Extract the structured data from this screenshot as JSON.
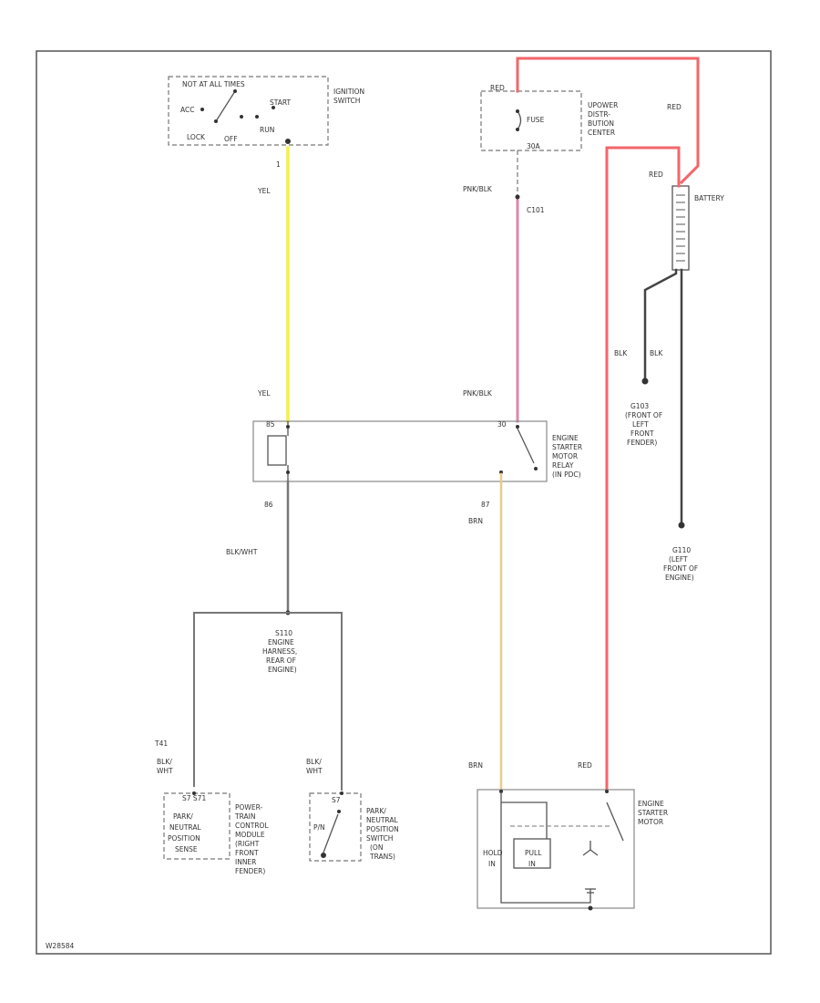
{
  "colors": {
    "ylw": "#f4f04a",
    "red": "#f2666a",
    "pnk_blk": "#d98aa8",
    "brn": "#e8cc8a",
    "gray": "#777777",
    "dark": "#444444"
  },
  "ignition": {
    "title": "NOT AT ALL TIMES",
    "acc": "ACC",
    "start": "START",
    "lock": "LOCK",
    "off": "OFF",
    "run": "RUN",
    "name_1": "IGNITION",
    "name_2": "SWITCH",
    "pin": "1"
  },
  "fuse": {
    "red": "RED",
    "fuse_label": "FUSE",
    "amp": "30A",
    "name_1": "UPOWER",
    "name_2": "DISTR-",
    "name_3": "BUTION",
    "name_4": "CENTER"
  },
  "battery": {
    "red_top": "RED",
    "red": "RED",
    "name": "BATTERY",
    "blk_1": "BLK",
    "blk_2": "BLK"
  },
  "ground_g103": {
    "line1": "G103",
    "line2": "(FRONT OF",
    "line3": "LEFT",
    "line4": "FRONT",
    "line5": "FENDER)"
  },
  "ground_g110": {
    "line1": "G110",
    "line2": "(LEFT",
    "line3": "FRONT OF",
    "line4": "ENGINE)"
  },
  "wires": {
    "ylw_1": "YEL",
    "ylw_2": "YEL",
    "pnk_1": "PNK/BLK",
    "pnk_2": "PNK/BLK",
    "splice": "C101",
    "blk_wht": "BLK/WHT",
    "brn_1": "BRN",
    "brn_2": "BRN",
    "red_bottom": "RED"
  },
  "relay": {
    "pin_a": "85",
    "pin_b": "86",
    "pin_c": "30",
    "pin_d": "87",
    "name_1": "ENGINE",
    "name_2": "STARTER",
    "name_3": "MOTOR",
    "name_4": "RELAY",
    "name_5": "(IN PDC)"
  },
  "engine_harness": {
    "line1": "S110",
    "line2": "ENGINE",
    "line3": "HARNESS,",
    "line4": "REAR OF",
    "line5": "ENGINE)"
  },
  "park_sense": {
    "conn": "T41",
    "wire_1": "BLK/",
    "wire_2": "WHT",
    "pin": "S7  S71",
    "line1": "PARK/",
    "line2": "NEUTRAL",
    "line3": "POSITION",
    "line4": "SENSE",
    "side1": "POWER-",
    "side2": "TRAIN",
    "side3": "CONTROL",
    "side4": "MODULE",
    "side5": "(RIGHT",
    "side6": "FRONT",
    "side7": "INNER",
    "side8": "FENDER)"
  },
  "pn_switch": {
    "wire_1": "BLK/",
    "wire_2": "WHT",
    "pin": "S7",
    "line1": "PARK/",
    "line2": "NEUTRAL",
    "line3": "POSITION",
    "line4": "SWITCH",
    "line5": "(ON",
    "line6": "TRANS)",
    "pos": "P/N"
  },
  "starter": {
    "red": "RED",
    "name_1": "ENGINE",
    "name_2": "STARTER",
    "name_3": "MOTOR",
    "hold": "HOLD",
    "in": "IN",
    "pull": "PULL",
    "in2": "IN"
  },
  "footer": {
    "code": "W28584"
  }
}
